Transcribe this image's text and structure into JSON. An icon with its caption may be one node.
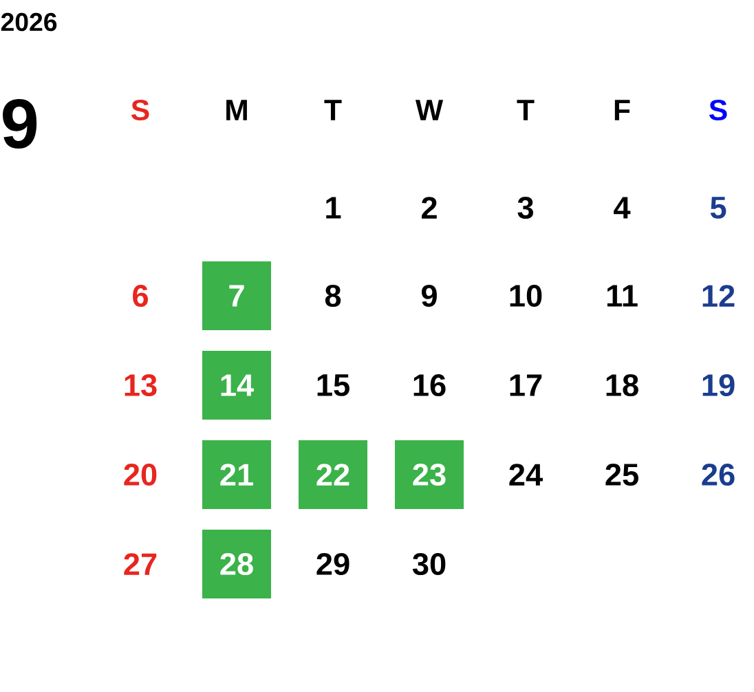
{
  "diagram": {
    "title": "2026",
    "nodes": [
      {
        "text": [
          "7"
        ]
      },
      {
        "text": [
          "14"
        ]
      },
      {
        "text": [
          "21"
        ]
      },
      {
        "text": [
          "22"
        ]
      },
      {
        "text": [
          "23"
        ]
      },
      {
        "text": [
          "28"
        ]
      }
    ],
    "labels": [
      "9",
      "S",
      "M",
      "T",
      "W",
      "T",
      "F",
      "S",
      "1",
      "2",
      "3",
      "4",
      "5",
      "6",
      "8",
      "9",
      "10",
      "11",
      "12",
      "13",
      "15",
      "16",
      "17",
      "18",
      "19",
      "20",
      "24",
      "25",
      "26",
      "27",
      "29",
      "30"
    ]
  }
}
